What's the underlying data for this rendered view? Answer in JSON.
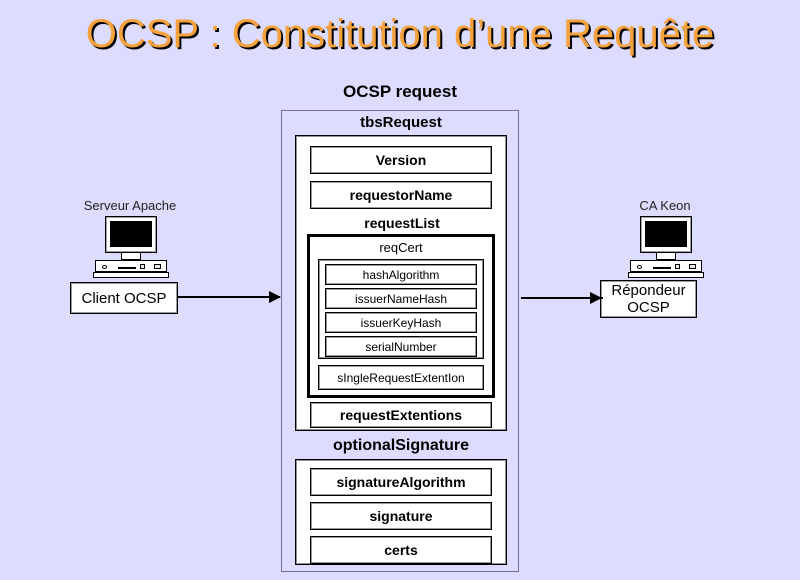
{
  "slide": {
    "title": "OCSP : Constitution d’une Requête",
    "title_color": "#f5a13c",
    "background_color": "#dcdcfe"
  },
  "diagram": {
    "outer_title": "OCSP request",
    "tbs": {
      "label": "tbsRequest",
      "fields": [
        {
          "label": "Version"
        },
        {
          "label": "requestorName"
        }
      ],
      "request_list": {
        "label": "requestList",
        "req_cert": {
          "label": "reqCert",
          "fields": [
            {
              "label": "hashAlgorithm"
            },
            {
              "label": "issuerNameHash"
            },
            {
              "label": "issuerKeyHash"
            },
            {
              "label": "serialNumber"
            }
          ]
        },
        "single_request_extention": "sIngleRequestExtentIon"
      },
      "request_extentions": "requestExtentions"
    },
    "optional_signature": {
      "label": "optionalSignature",
      "fields": [
        {
          "label": "signatureAlgorithm"
        },
        {
          "label": "signature"
        },
        {
          "label": "certs"
        }
      ]
    }
  },
  "nodes": {
    "left": {
      "caption": "Serveur Apache",
      "box_label": "Client OCSP",
      "icon": "computer-icon"
    },
    "right": {
      "caption": "CA Keon",
      "box_label": "Répondeur OCSP",
      "icon": "computer-icon"
    }
  },
  "arrows": [
    {
      "name": "client-to-request",
      "direction": "right"
    },
    {
      "name": "request-to-responder",
      "direction": "right"
    }
  ]
}
